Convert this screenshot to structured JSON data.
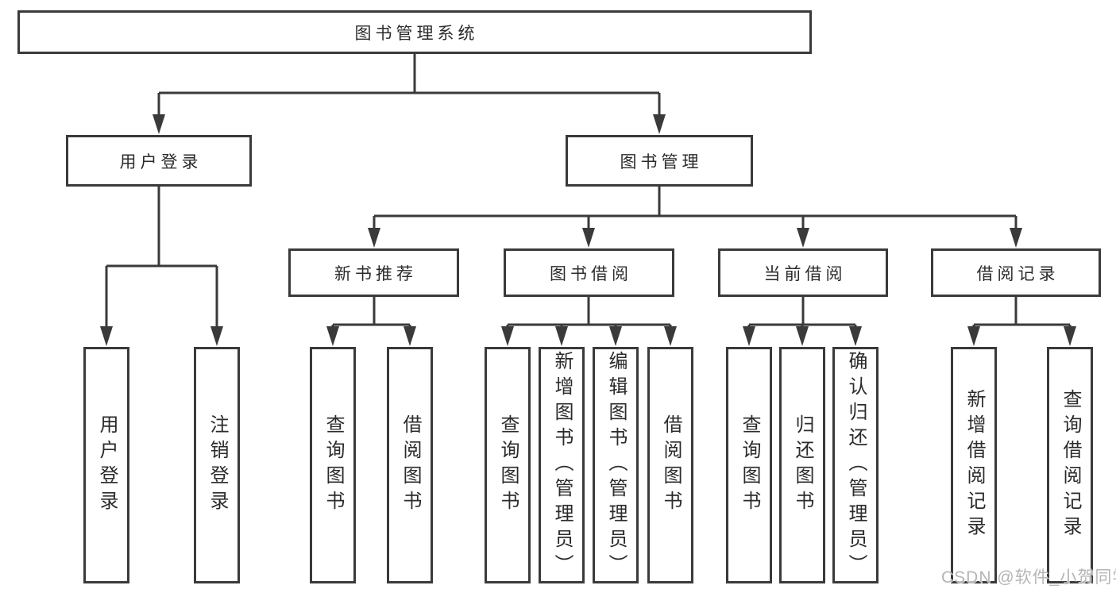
{
  "diagram": {
    "root": {
      "label": "图书管理系统"
    },
    "branches": [
      {
        "label": "用户登录",
        "children": [
          "用户登录",
          "注销登录"
        ]
      },
      {
        "label": "图书管理",
        "children": [
          {
            "label": "新书推荐",
            "children": [
              "查询图书",
              "借阅图书"
            ]
          },
          {
            "label": "图书借阅",
            "children": [
              "查询图书",
              "新增图书（管理员）",
              "编辑图书（管理员）",
              "借阅图书"
            ]
          },
          {
            "label": "当前借阅",
            "children": [
              "查询图书",
              "归还图书",
              "确认归还（管理员）"
            ]
          },
          {
            "label": "借阅记录",
            "children": [
              "新增借阅记录",
              "查询借阅记录"
            ]
          }
        ]
      }
    ]
  },
  "watermark": {
    "text": "CSDN @软件_小贺同学"
  },
  "colors": {
    "line": "#3a3a3a",
    "box_border": "#3a3a3a",
    "text": "#2b2b2b",
    "background": "#ffffff",
    "watermark": "#b5b5b5"
  }
}
